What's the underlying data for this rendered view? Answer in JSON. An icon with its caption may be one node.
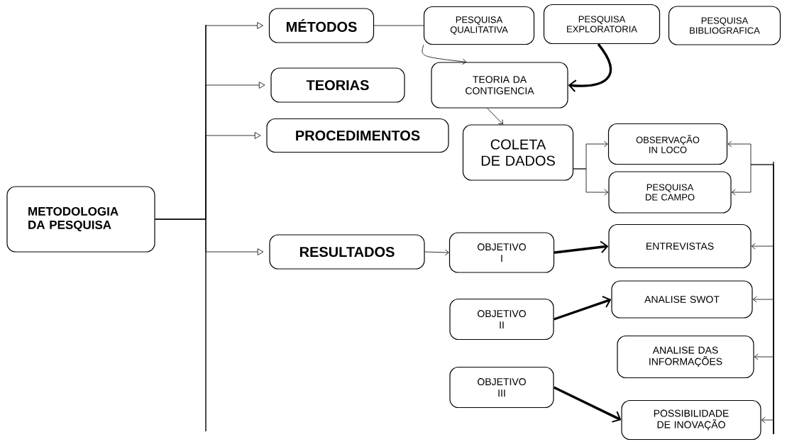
{
  "diagram": {
    "nodes": [
      {
        "text": [
          "METODOLOGIA DA PESQUISA"
        ]
      },
      {
        "text": [
          "MÉTODOS"
        ]
      },
      {
        "text": [
          "TEORIAS"
        ]
      },
      {
        "text": [
          "PROCEDIMENTOS"
        ]
      },
      {
        "text": [
          "RESULTADOS"
        ]
      },
      {
        "text": [
          "PESQUISA QUALITATIVA"
        ]
      },
      {
        "text": [
          "PESQUISA EXPLORATORIA"
        ]
      },
      {
        "text": [
          "PESQUISA BIBLIOGRAFICA"
        ]
      },
      {
        "text": [
          "TEORIA DA CONTIGENCIA"
        ]
      },
      {
        "text": [
          "COLETA DE DADOS"
        ]
      },
      {
        "text": [
          "OBSERVAÇÃO IN LOCO"
        ]
      },
      {
        "text": [
          "PESQUISA DE CAMPO"
        ]
      },
      {
        "text": [
          "OBJETIVO I"
        ]
      },
      {
        "text": [
          "ENTREVISTAS"
        ]
      },
      {
        "text": [
          "OBJETIVO II"
        ]
      },
      {
        "text": [
          "ANALISE SWOT"
        ]
      },
      {
        "text": [
          "OBJETIVO III"
        ]
      },
      {
        "text": [
          "ANALISE DAS INFORMAÇÕES"
        ]
      },
      {
        "text": [
          "POSSIBILIDADE DE INOVAÇÃO"
        ]
      }
    ],
    "edges": [
      {
        "from": 0,
        "to": 1,
        "arrow": "to"
      },
      {
        "from": 0,
        "to": 2,
        "arrow": "to"
      },
      {
        "from": 0,
        "to": 3,
        "arrow": "to"
      },
      {
        "from": 0,
        "to": 4,
        "arrow": "to"
      },
      {
        "from": 1,
        "to": 5,
        "arrow": "none"
      },
      {
        "from": 5,
        "to": 8,
        "arrow": "to"
      },
      {
        "from": 6,
        "to": 8,
        "arrow": "to",
        "style": "thick"
      },
      {
        "from": 8,
        "to": 9,
        "arrow": "to"
      },
      {
        "from": 9,
        "to": 10,
        "arrow": "to"
      },
      {
        "from": 9,
        "to": 11,
        "arrow": "to"
      },
      {
        "from": 4,
        "to": 12,
        "arrow": "to"
      },
      {
        "from": 12,
        "to": 13,
        "arrow": "to",
        "style": "thick"
      },
      {
        "from": 14,
        "to": 15,
        "arrow": "to",
        "style": "thick"
      },
      {
        "from": 16,
        "to": 18,
        "arrow": "to",
        "style": "thick"
      },
      {
        "from": null,
        "to": 10,
        "arrow": "to"
      },
      {
        "from": null,
        "to": 11,
        "arrow": "to"
      },
      {
        "from": null,
        "to": 13,
        "arrow": "to"
      },
      {
        "from": null,
        "to": 15,
        "arrow": "to"
      },
      {
        "from": null,
        "to": 17,
        "arrow": "to"
      },
      {
        "from": null,
        "to": 18,
        "arrow": "to"
      }
    ]
  }
}
